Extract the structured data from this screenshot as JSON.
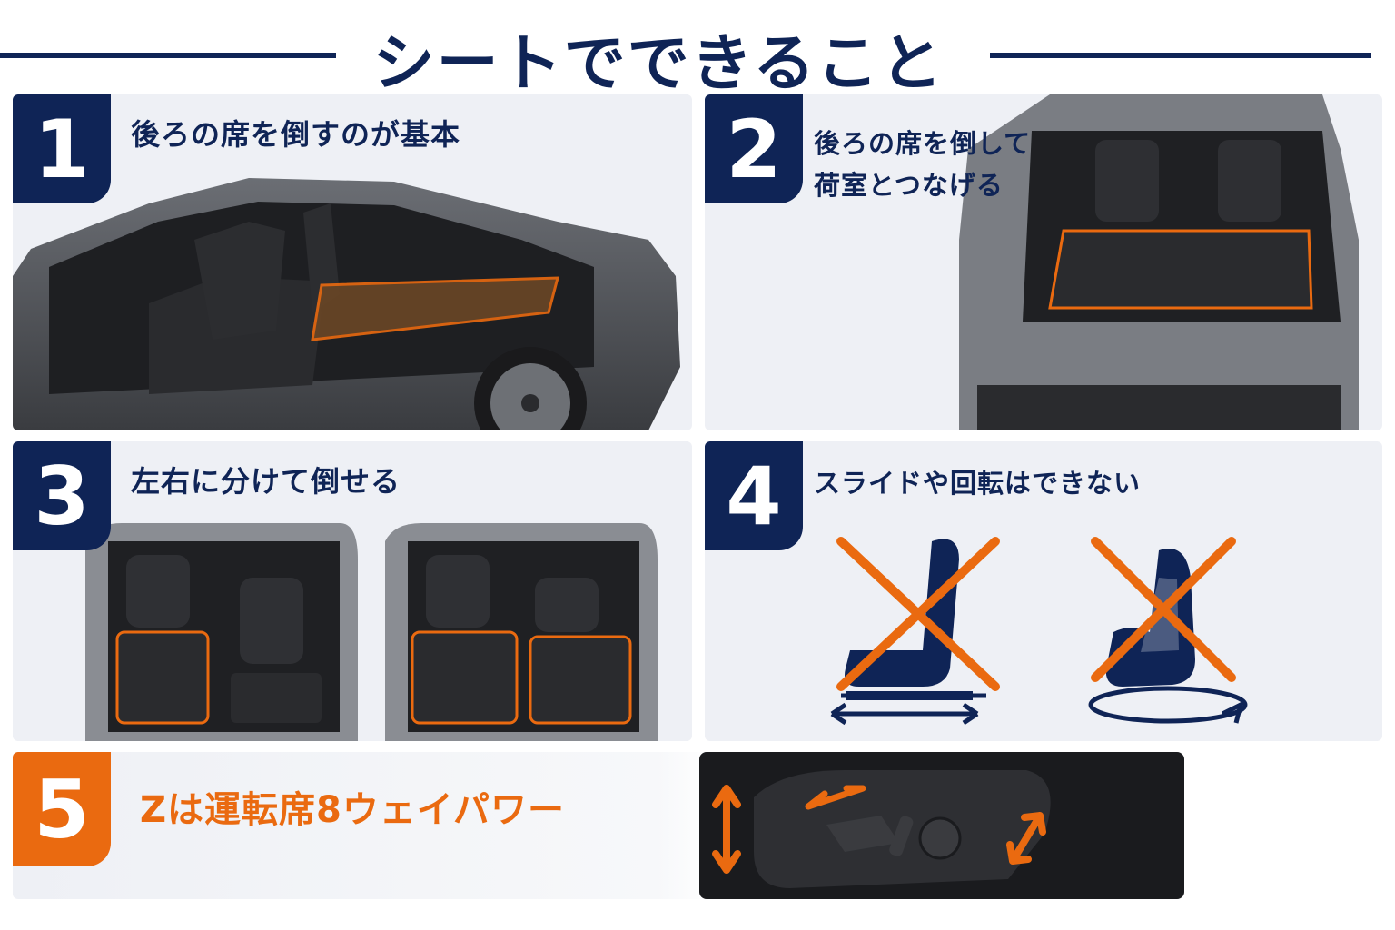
{
  "header": {
    "title": "シートでできること"
  },
  "panels": [
    {
      "number": "1",
      "title": "後ろの席を倒すのが基本"
    },
    {
      "number": "2",
      "title_lines": [
        "後ろの席を倒して",
        "荷室とつなげる"
      ]
    },
    {
      "number": "3",
      "title": "左右に分けて倒せる"
    },
    {
      "number": "4",
      "title": "スライドや回転はできない"
    },
    {
      "number": "5",
      "title": "Zは運転席8ウェイパワー"
    }
  ],
  "icons": {
    "no_slide": "seat-slide-icon",
    "no_rotate": "seat-rotate-icon",
    "cross": "cross-icon"
  },
  "colors": {
    "navy": "#0f2456",
    "orange": "#ea6a10",
    "panel_bg": "#eef0f5",
    "car_body": "#55575c"
  }
}
